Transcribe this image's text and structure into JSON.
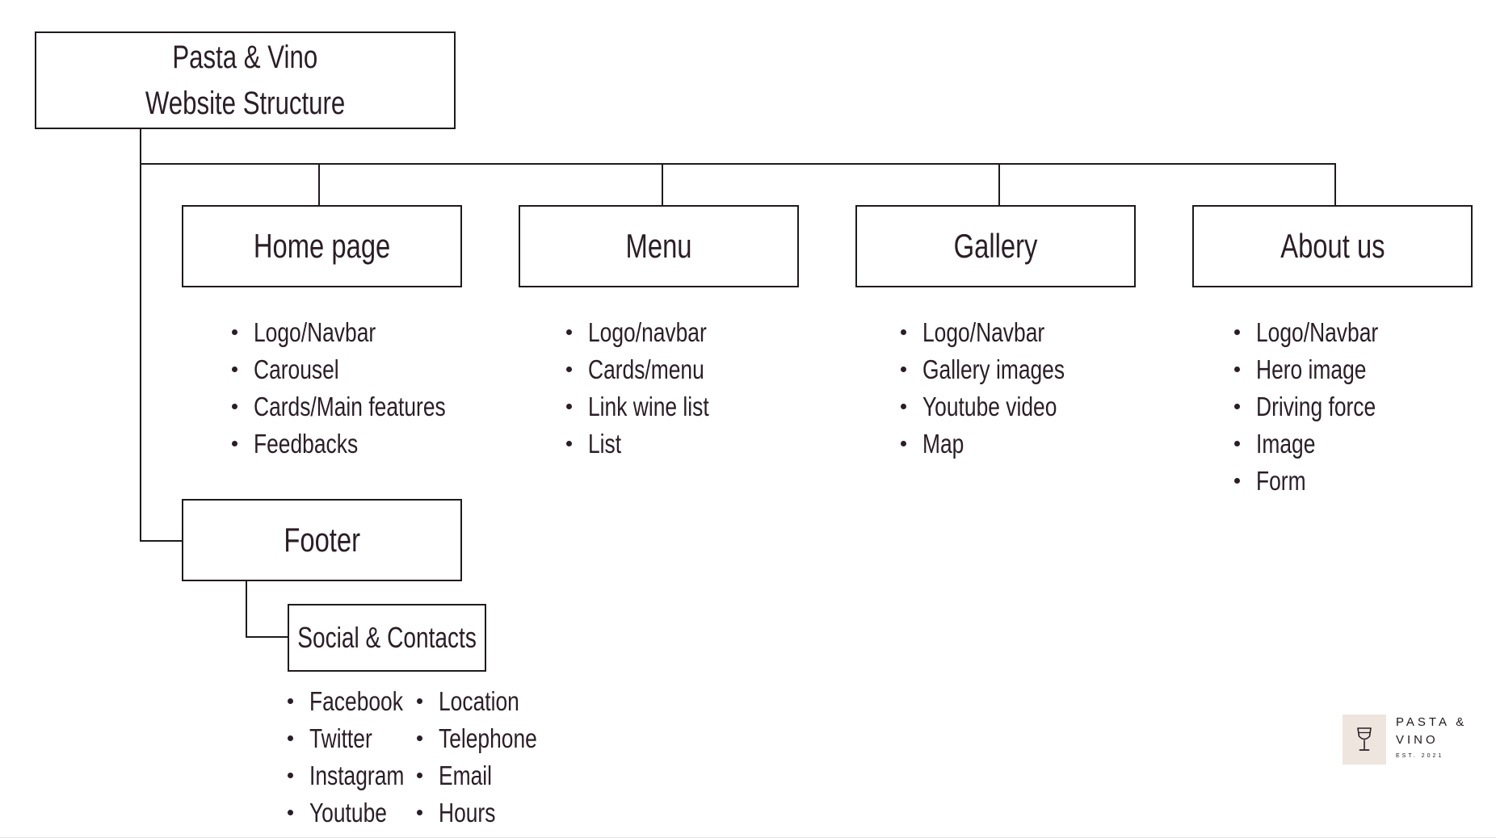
{
  "title": {
    "line1": "Pasta & Vino",
    "line2": "Website Structure"
  },
  "sections": [
    {
      "label": "Home page",
      "items": [
        "Logo/Navbar",
        "Carousel",
        "Cards/Main features",
        "Feedbacks"
      ]
    },
    {
      "label": "Menu",
      "items": [
        "Logo/navbar",
        "Cards/menu",
        "Link wine list",
        "List"
      ]
    },
    {
      "label": "Gallery",
      "items": [
        "Logo/Navbar",
        "Gallery images",
        "Youtube video",
        "Map"
      ]
    },
    {
      "label": "About us",
      "items": [
        "Logo/Navbar",
        "Hero image",
        "Driving force",
        "Image",
        "Form"
      ]
    }
  ],
  "footer": {
    "label": "Footer",
    "child": {
      "label": "Social & Contacts",
      "social": [
        "Facebook",
        "Twitter",
        "Instagram",
        "Youtube"
      ],
      "contacts": [
        "Location",
        "Telephone",
        "Email",
        "Hours"
      ]
    }
  },
  "logo": {
    "name_line1": "PASTA &",
    "name_line2": "VINO",
    "est": "EST. 2021",
    "icon": "wine-glass-icon",
    "badge_color": "#eee6de"
  },
  "colors": {
    "text": "#2b1e26",
    "lines": "#1f1a1d",
    "background": "#ffffff"
  }
}
